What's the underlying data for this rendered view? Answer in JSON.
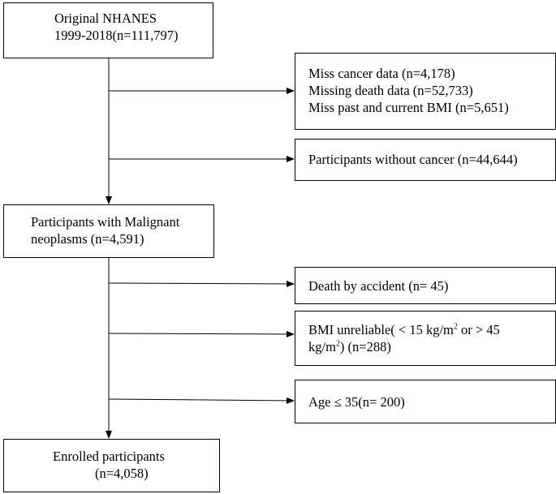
{
  "flowchart": {
    "original": {
      "line1": "Original NHANES",
      "line2": "1999-2018(n=111,797)"
    },
    "exclusion_1": {
      "line1": "Miss cancer data (n=4,178)",
      "line2": "Missing death data (n=52,733)",
      "line3": "Miss past and current BMI (n=5,651)"
    },
    "exclusion_2": {
      "line1": "Participants without cancer (n=44,644)"
    },
    "malignant": {
      "line1": "Participants with Malignant",
      "line2": "neoplasms (n=4,591)"
    },
    "exclusion_3": {
      "line1": "Death by accident (n= 45)"
    },
    "exclusion_4": {
      "part1": "BMI unreliable( < 15 kg/m",
      "sup1": "2",
      "part2": " or  > 45",
      "part3": "kg/m",
      "sup2": "2",
      "part4": ") (n=288)"
    },
    "exclusion_5": {
      "line1": "Age ≤ 35(n= 200)"
    },
    "enrolled": {
      "line1": "Enrolled participants",
      "line2": "(n=4,058)"
    }
  }
}
